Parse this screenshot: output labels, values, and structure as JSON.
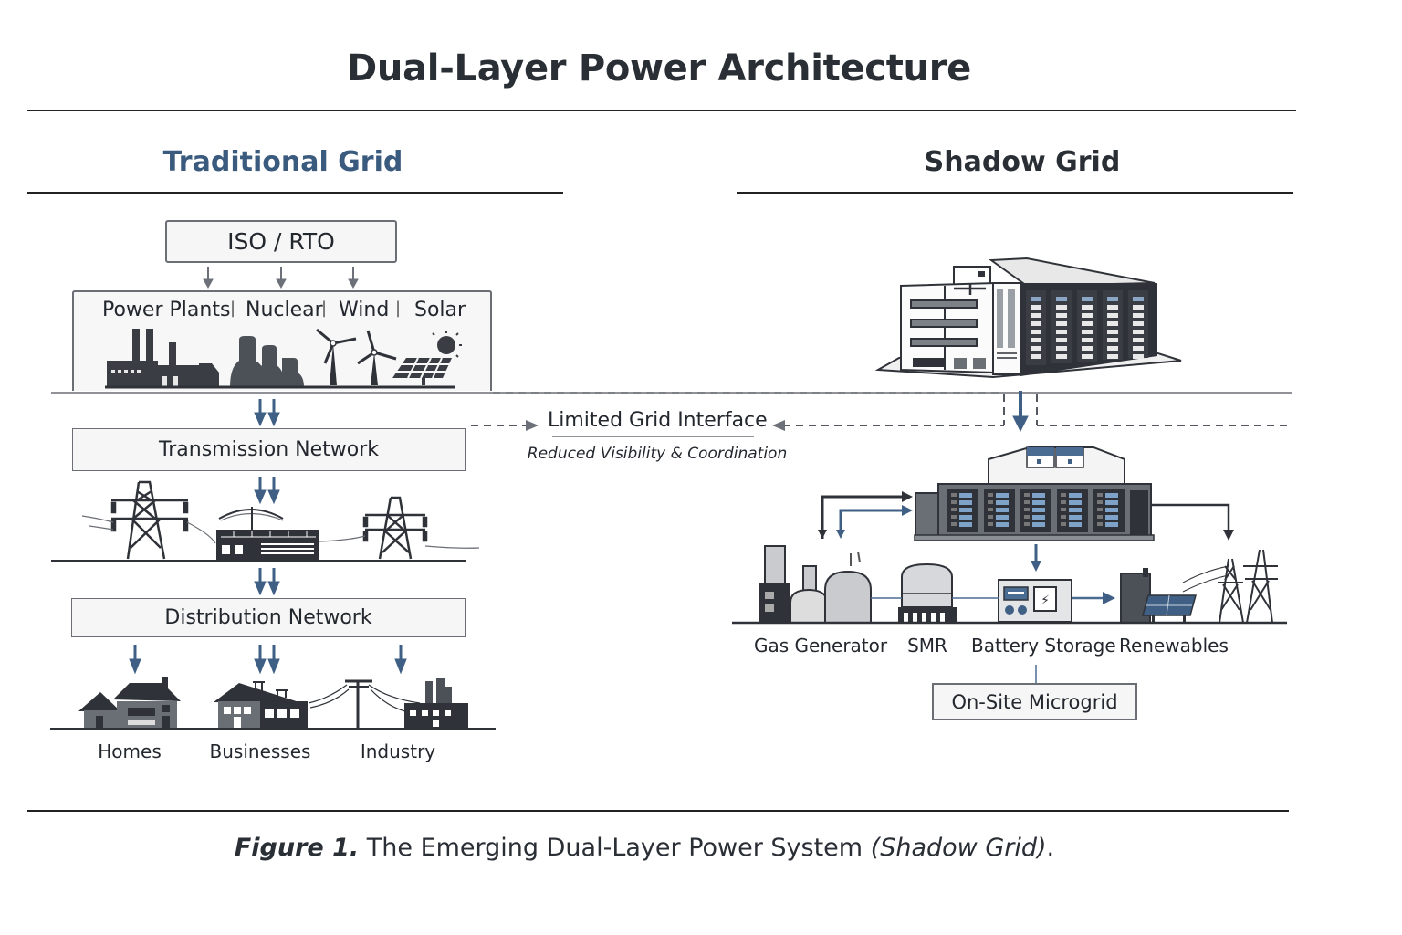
{
  "title": "Dual-Layer Power Architecture",
  "colors": {
    "accent_blue": "#3a5a7e",
    "arrow_blue": "#3f5f84",
    "dark": "#2f3339",
    "gray": "#6b6f75"
  },
  "traditional_grid": {
    "heading": "Traditional Grid",
    "operator_box": "ISO / RTO",
    "generation": {
      "labels": [
        "Power Plants",
        "Nuclear",
        "Wind",
        "Solar"
      ],
      "separator": "|",
      "icons": [
        "power-plant-icon",
        "nuclear-plant-icon",
        "wind-turbine-icon",
        "solar-panel-icon"
      ]
    },
    "transmission_box": "Transmission Network",
    "transmission_icons": [
      "transmission-tower-icon",
      "substation-icon",
      "transmission-tower-icon"
    ],
    "distribution_box": "Distribution Network",
    "consumers": [
      {
        "label": "Homes",
        "icon": "house-icon"
      },
      {
        "label": "Businesses",
        "icon": "business-building-icon"
      },
      {
        "label": "Industry",
        "icon": "factory-icon"
      }
    ]
  },
  "interface": {
    "label": "Limited Grid Interface",
    "sublabel": "Reduced Visibility & Coordination"
  },
  "shadow_grid": {
    "heading": "Shadow Grid",
    "data_center_icon": "data-center-building-icon",
    "server_hall_icon": "server-hall-icon",
    "sources": [
      {
        "label": "Gas Generator",
        "icon": "gas-generator-icon"
      },
      {
        "label": "SMR",
        "icon": "smr-reactor-icon"
      },
      {
        "label": "Battery Storage",
        "icon": "battery-storage-icon"
      },
      {
        "label": "Renewables",
        "icon": "renewables-icon"
      }
    ],
    "microgrid_box": "On-Site Microgrid"
  },
  "caption": {
    "figure": "Figure 1.",
    "text": " The Emerging Dual-Layer Power System ",
    "italic": "(Shadow Grid)",
    "end": "."
  }
}
